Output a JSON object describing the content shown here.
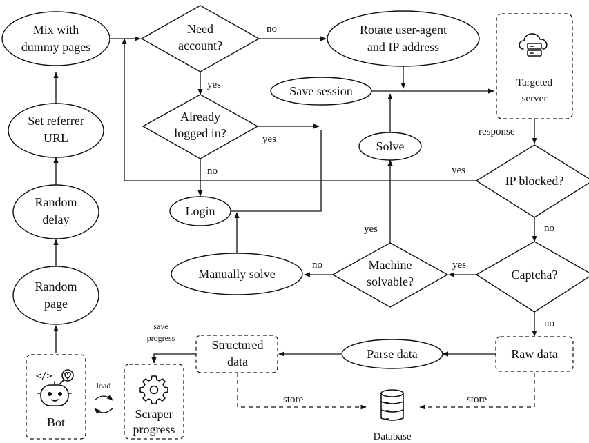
{
  "nodes": {
    "mix": [
      "Mix with",
      "dummy pages"
    ],
    "need_account": [
      "Need",
      "account?"
    ],
    "rotate": [
      "Rotate user-agent",
      "and IP address"
    ],
    "targeted_server": [
      "Targeted",
      "server"
    ],
    "save_session": "Save session",
    "already_logged": [
      "Already",
      "logged in?"
    ],
    "solve": "Solve",
    "set_referrer": [
      "Set referrer",
      "URL"
    ],
    "ip_blocked": "IP blocked?",
    "login": "Login",
    "random_delay": [
      "Random",
      "delay"
    ],
    "machine_solvable": [
      "Machine",
      "solvable?"
    ],
    "manually_solve": "Manually solve",
    "captcha": "Captcha?",
    "random_page": [
      "Random",
      "page"
    ],
    "structured_data": [
      "Structured",
      "data"
    ],
    "parse_data": "Parse data",
    "raw_data": "Raw data",
    "bot": "Bot",
    "scraper_progress": [
      "Scraper",
      "progress"
    ],
    "database": "Database"
  },
  "edge_labels": {
    "no_rotate": "no",
    "yes_logged": "yes",
    "yes_save_session": "yes",
    "no_login": "no",
    "response": "response",
    "yes_ip_blocked": "yes",
    "no_captcha": "no",
    "yes_machine": "yes",
    "yes_solve": "yes",
    "no_manual": "no",
    "no_raw": "no",
    "save_progress": [
      "save",
      "progress"
    ],
    "load": "load",
    "store_left": "store",
    "store_right": "store"
  },
  "icons": {
    "targeted_server": "cloud-server-icon",
    "bot": "robot-icon",
    "scraper_progress": "gear-icon",
    "database": "database-icon"
  }
}
